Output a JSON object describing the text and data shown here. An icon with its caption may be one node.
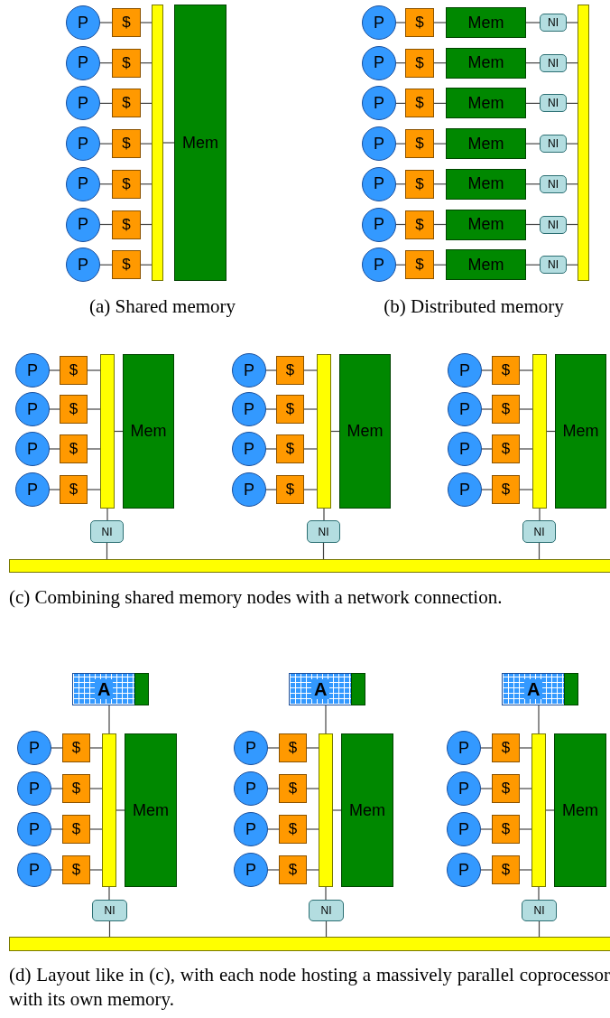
{
  "diagram": {
    "nodes": [
      {
        "text": [
          "P"
        ]
      },
      {
        "text": [
          "P"
        ]
      },
      {
        "text": [
          "P"
        ]
      },
      {
        "text": [
          "P"
        ]
      },
      {
        "text": [
          "P"
        ]
      },
      {
        "text": [
          "P"
        ]
      },
      {
        "text": [
          "P"
        ]
      },
      {
        "text": [
          "$"
        ]
      },
      {
        "text": [
          "$"
        ]
      },
      {
        "text": [
          "$"
        ]
      },
      {
        "text": [
          "$"
        ]
      },
      {
        "text": [
          "$"
        ]
      },
      {
        "text": [
          "$"
        ]
      },
      {
        "text": [
          "$"
        ]
      },
      {
        "text": [],
        "shape": "bar"
      },
      {
        "text": [
          "Mem"
        ]
      },
      {
        "text": [
          "P"
        ]
      },
      {
        "text": [
          "P"
        ]
      },
      {
        "text": [
          "P"
        ]
      },
      {
        "text": [
          "P"
        ]
      },
      {
        "text": [
          "P"
        ]
      },
      {
        "text": [
          "P"
        ]
      },
      {
        "text": [
          "P"
        ]
      },
      {
        "text": [
          "$"
        ]
      },
      {
        "text": [
          "$"
        ]
      },
      {
        "text": [
          "$"
        ]
      },
      {
        "text": [
          "$"
        ]
      },
      {
        "text": [
          "$"
        ]
      },
      {
        "text": [
          "$"
        ]
      },
      {
        "text": [
          "$"
        ]
      },
      {
        "text": [
          "Mem"
        ]
      },
      {
        "text": [
          "Mem"
        ]
      },
      {
        "text": [
          "Mem"
        ]
      },
      {
        "text": [
          "Mem"
        ]
      },
      {
        "text": [
          "Mem"
        ]
      },
      {
        "text": [
          "Mem"
        ]
      },
      {
        "text": [
          "Mem"
        ]
      },
      {
        "text": [
          "NI"
        ]
      },
      {
        "text": [
          "NI"
        ]
      },
      {
        "text": [
          "NI"
        ]
      },
      {
        "text": [
          "NI"
        ]
      },
      {
        "text": [
          "NI"
        ]
      },
      {
        "text": [
          "NI"
        ]
      },
      {
        "text": [
          "NI"
        ]
      },
      {
        "text": [],
        "shape": "bar"
      },
      {
        "text": [
          "P"
        ]
      },
      {
        "text": [
          "P"
        ]
      },
      {
        "text": [
          "P"
        ]
      },
      {
        "text": [
          "P"
        ]
      },
      {
        "text": [
          "$"
        ]
      },
      {
        "text": [
          "$"
        ]
      },
      {
        "text": [
          "$"
        ]
      },
      {
        "text": [
          "$"
        ]
      },
      {
        "text": [],
        "shape": "bar"
      },
      {
        "text": [
          "Mem"
        ]
      },
      {
        "text": [
          "NI"
        ]
      },
      {
        "text": [
          "P"
        ]
      },
      {
        "text": [
          "P"
        ]
      },
      {
        "text": [
          "P"
        ]
      },
      {
        "text": [
          "P"
        ]
      },
      {
        "text": [
          "$"
        ]
      },
      {
        "text": [
          "$"
        ]
      },
      {
        "text": [
          "$"
        ]
      },
      {
        "text": [
          "$"
        ]
      },
      {
        "text": [],
        "shape": "bar"
      },
      {
        "text": [
          "Mem"
        ]
      },
      {
        "text": [
          "NI"
        ]
      },
      {
        "text": [
          "P"
        ]
      },
      {
        "text": [
          "P"
        ]
      },
      {
        "text": [
          "P"
        ]
      },
      {
        "text": [
          "P"
        ]
      },
      {
        "text": [
          "$"
        ]
      },
      {
        "text": [
          "$"
        ]
      },
      {
        "text": [
          "$"
        ]
      },
      {
        "text": [
          "$"
        ]
      },
      {
        "text": [],
        "shape": "bar"
      },
      {
        "text": [
          "Mem"
        ]
      },
      {
        "text": [
          "NI"
        ]
      },
      {
        "text": [],
        "shape": "bar"
      },
      {
        "text": [
          "A"
        ]
      },
      {
        "text": [],
        "shape": "bar",
        "in": 79
      },
      {
        "text": [
          "P"
        ]
      },
      {
        "text": [
          "P"
        ]
      },
      {
        "text": [
          "P"
        ]
      },
      {
        "text": [
          "P"
        ]
      },
      {
        "text": [
          "$"
        ]
      },
      {
        "text": [
          "$"
        ]
      },
      {
        "text": [
          "$"
        ]
      },
      {
        "text": [
          "$"
        ]
      },
      {
        "text": [],
        "shape": "bar"
      },
      {
        "text": [
          "Mem"
        ]
      },
      {
        "text": [
          "NI"
        ]
      },
      {
        "text": [
          "A"
        ]
      },
      {
        "text": [],
        "shape": "bar",
        "in": 92
      },
      {
        "text": [
          "P"
        ]
      },
      {
        "text": [
          "P"
        ]
      },
      {
        "text": [
          "P"
        ]
      },
      {
        "text": [
          "P"
        ]
      },
      {
        "text": [
          "$"
        ]
      },
      {
        "text": [
          "$"
        ]
      },
      {
        "text": [
          "$"
        ]
      },
      {
        "text": [
          "$"
        ]
      },
      {
        "text": [],
        "shape": "bar"
      },
      {
        "text": [
          "Mem"
        ]
      },
      {
        "text": [
          "NI"
        ]
      },
      {
        "text": [
          "A"
        ]
      },
      {
        "text": [],
        "shape": "bar",
        "in": 105
      },
      {
        "text": [
          "P"
        ]
      },
      {
        "text": [
          "P"
        ]
      },
      {
        "text": [
          "P"
        ]
      },
      {
        "text": [
          "P"
        ]
      },
      {
        "text": [
          "$"
        ]
      },
      {
        "text": [
          "$"
        ]
      },
      {
        "text": [
          "$"
        ]
      },
      {
        "text": [
          "$"
        ]
      },
      {
        "text": [],
        "shape": "bar"
      },
      {
        "text": [
          "Mem"
        ]
      },
      {
        "text": [
          "NI"
        ]
      },
      {
        "text": [],
        "shape": "bar"
      }
    ],
    "edges": [
      {
        "from": 0,
        "to": 7,
        "arrow": "none"
      },
      {
        "from": 7,
        "to": 14,
        "arrow": "none"
      },
      {
        "from": 1,
        "to": 8,
        "arrow": "none"
      },
      {
        "from": 8,
        "to": 14,
        "arrow": "none"
      },
      {
        "from": 2,
        "to": 9,
        "arrow": "none"
      },
      {
        "from": 9,
        "to": 14,
        "arrow": "none"
      },
      {
        "from": 3,
        "to": 10,
        "arrow": "none"
      },
      {
        "from": 10,
        "to": 14,
        "arrow": "none"
      },
      {
        "from": 4,
        "to": 11,
        "arrow": "none"
      },
      {
        "from": 11,
        "to": 14,
        "arrow": "none"
      },
      {
        "from": 5,
        "to": 12,
        "arrow": "none"
      },
      {
        "from": 12,
        "to": 14,
        "arrow": "none"
      },
      {
        "from": 6,
        "to": 13,
        "arrow": "none"
      },
      {
        "from": 13,
        "to": 14,
        "arrow": "none"
      },
      {
        "from": 14,
        "to": 15,
        "arrow": "none"
      },
      {
        "from": 16,
        "to": 23,
        "arrow": "none"
      },
      {
        "from": 23,
        "to": 30,
        "arrow": "none"
      },
      {
        "from": 30,
        "to": 37,
        "arrow": "none"
      },
      {
        "from": 37,
        "to": 44,
        "arrow": "none"
      },
      {
        "from": 17,
        "to": 24,
        "arrow": "none"
      },
      {
        "from": 24,
        "to": 31,
        "arrow": "none"
      },
      {
        "from": 31,
        "to": 38,
        "arrow": "none"
      },
      {
        "from": 38,
        "to": 44,
        "arrow": "none"
      },
      {
        "from": 18,
        "to": 25,
        "arrow": "none"
      },
      {
        "from": 25,
        "to": 32,
        "arrow": "none"
      },
      {
        "from": 32,
        "to": 39,
        "arrow": "none"
      },
      {
        "from": 39,
        "to": 44,
        "arrow": "none"
      },
      {
        "from": 19,
        "to": 26,
        "arrow": "none"
      },
      {
        "from": 26,
        "to": 33,
        "arrow": "none"
      },
      {
        "from": 33,
        "to": 40,
        "arrow": "none"
      },
      {
        "from": 40,
        "to": 44,
        "arrow": "none"
      },
      {
        "from": 20,
        "to": 27,
        "arrow": "none"
      },
      {
        "from": 27,
        "to": 34,
        "arrow": "none"
      },
      {
        "from": 34,
        "to": 41,
        "arrow": "none"
      },
      {
        "from": 41,
        "to": 44,
        "arrow": "none"
      },
      {
        "from": 21,
        "to": 28,
        "arrow": "none"
      },
      {
        "from": 28,
        "to": 35,
        "arrow": "none"
      },
      {
        "from": 35,
        "to": 42,
        "arrow": "none"
      },
      {
        "from": 42,
        "to": 44,
        "arrow": "none"
      },
      {
        "from": 22,
        "to": 29,
        "arrow": "none"
      },
      {
        "from": 29,
        "to": 36,
        "arrow": "none"
      },
      {
        "from": 36,
        "to": 43,
        "arrow": "none"
      },
      {
        "from": 43,
        "to": 44,
        "arrow": "none"
      },
      {
        "from": 45,
        "to": 49,
        "arrow": "none"
      },
      {
        "from": 49,
        "to": 53,
        "arrow": "none"
      },
      {
        "from": 46,
        "to": 50,
        "arrow": "none"
      },
      {
        "from": 50,
        "to": 53,
        "arrow": "none"
      },
      {
        "from": 47,
        "to": 51,
        "arrow": "none"
      },
      {
        "from": 51,
        "to": 53,
        "arrow": "none"
      },
      {
        "from": 48,
        "to": 52,
        "arrow": "none"
      },
      {
        "from": 52,
        "to": 53,
        "arrow": "none"
      },
      {
        "from": 53,
        "to": 54,
        "arrow": "none"
      },
      {
        "from": 53,
        "to": 55,
        "arrow": "none"
      },
      {
        "from": 55,
        "to": 78,
        "arrow": "none"
      },
      {
        "from": 56,
        "to": 60,
        "arrow": "none"
      },
      {
        "from": 60,
        "to": 64,
        "arrow": "none"
      },
      {
        "from": 57,
        "to": 61,
        "arrow": "none"
      },
      {
        "from": 61,
        "to": 64,
        "arrow": "none"
      },
      {
        "from": 58,
        "to": 62,
        "arrow": "none"
      },
      {
        "from": 62,
        "to": 64,
        "arrow": "none"
      },
      {
        "from": 59,
        "to": 63,
        "arrow": "none"
      },
      {
        "from": 63,
        "to": 64,
        "arrow": "none"
      },
      {
        "from": 64,
        "to": 65,
        "arrow": "none"
      },
      {
        "from": 64,
        "to": 66,
        "arrow": "none"
      },
      {
        "from": 66,
        "to": 78,
        "arrow": "none"
      },
      {
        "from": 67,
        "to": 71,
        "arrow": "none"
      },
      {
        "from": 71,
        "to": 75,
        "arrow": "none"
      },
      {
        "from": 68,
        "to": 72,
        "arrow": "none"
      },
      {
        "from": 72,
        "to": 75,
        "arrow": "none"
      },
      {
        "from": 69,
        "to": 73,
        "arrow": "none"
      },
      {
        "from": 73,
        "to": 75,
        "arrow": "none"
      },
      {
        "from": 70,
        "to": 74,
        "arrow": "none"
      },
      {
        "from": 74,
        "to": 75,
        "arrow": "none"
      },
      {
        "from": 75,
        "to": 76,
        "arrow": "none"
      },
      {
        "from": 75,
        "to": 77,
        "arrow": "none"
      },
      {
        "from": 77,
        "to": 78,
        "arrow": "none"
      },
      {
        "from": 79,
        "to": 89,
        "arrow": "none"
      },
      {
        "from": 81,
        "to": 85,
        "arrow": "none"
      },
      {
        "from": 85,
        "to": 89,
        "arrow": "none"
      },
      {
        "from": 82,
        "to": 86,
        "arrow": "none"
      },
      {
        "from": 86,
        "to": 89,
        "arrow": "none"
      },
      {
        "from": 83,
        "to": 87,
        "arrow": "none"
      },
      {
        "from": 87,
        "to": 89,
        "arrow": "none"
      },
      {
        "from": 84,
        "to": 88,
        "arrow": "none"
      },
      {
        "from": 88,
        "to": 89,
        "arrow": "none"
      },
      {
        "from": 89,
        "to": 90,
        "arrow": "none"
      },
      {
        "from": 89,
        "to": 91,
        "arrow": "none"
      },
      {
        "from": 91,
        "to": 118,
        "arrow": "none"
      },
      {
        "from": 92,
        "to": 102,
        "arrow": "none"
      },
      {
        "from": 94,
        "to": 98,
        "arrow": "none"
      },
      {
        "from": 98,
        "to": 102,
        "arrow": "none"
      },
      {
        "from": 95,
        "to": 99,
        "arrow": "none"
      },
      {
        "from": 99,
        "to": 102,
        "arrow": "none"
      },
      {
        "from": 96,
        "to": 100,
        "arrow": "none"
      },
      {
        "from": 100,
        "to": 102,
        "arrow": "none"
      },
      {
        "from": 97,
        "to": 101,
        "arrow": "none"
      },
      {
        "from": 101,
        "to": 102,
        "arrow": "none"
      },
      {
        "from": 102,
        "to": 103,
        "arrow": "none"
      },
      {
        "from": 102,
        "to": 104,
        "arrow": "none"
      },
      {
        "from": 104,
        "to": 118,
        "arrow": "none"
      },
      {
        "from": 105,
        "to": 115,
        "arrow": "none"
      },
      {
        "from": 107,
        "to": 111,
        "arrow": "none"
      },
      {
        "from": 111,
        "to": 115,
        "arrow": "none"
      },
      {
        "from": 108,
        "to": 112,
        "arrow": "none"
      },
      {
        "from": 112,
        "to": 115,
        "arrow": "none"
      },
      {
        "from": 109,
        "to": 113,
        "arrow": "none"
      },
      {
        "from": 113,
        "to": 115,
        "arrow": "none"
      },
      {
        "from": 110,
        "to": 114,
        "arrow": "none"
      },
      {
        "from": 114,
        "to": 115,
        "arrow": "none"
      },
      {
        "from": 115,
        "to": 116,
        "arrow": "none"
      },
      {
        "from": 115,
        "to": 117,
        "arrow": "none"
      },
      {
        "from": 117,
        "to": 118,
        "arrow": "none"
      }
    ],
    "labels": [
      "(a) Shared memory",
      "(b) Distributed memory",
      "(c) Combining shared memory nodes with a network connection.",
      "(d) Layout like in (c), with each node hosting a massively parallel coprocessor with its own memory."
    ]
  }
}
